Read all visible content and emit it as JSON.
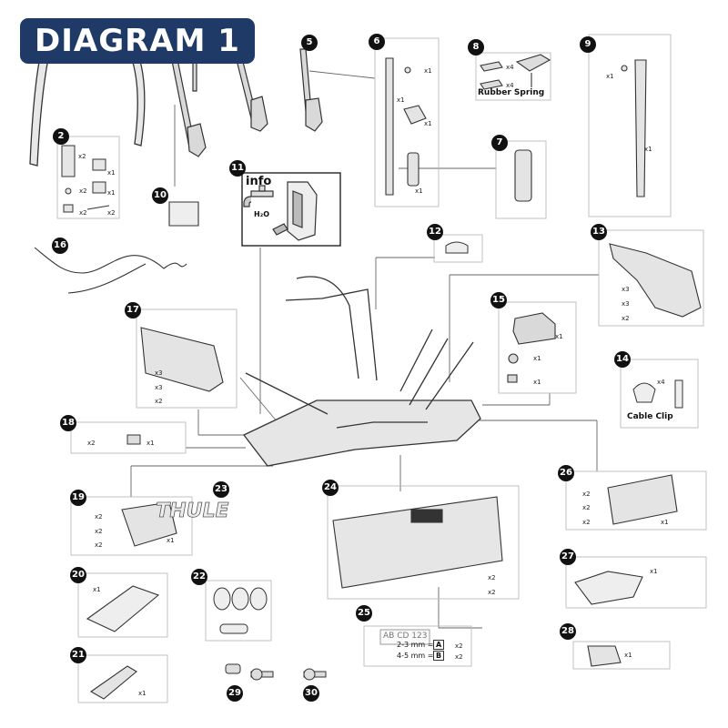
{
  "title": "DIAGRAM 1",
  "callouts": [
    "2",
    "5",
    "6",
    "8",
    "9",
    "10",
    "11",
    "16",
    "12",
    "13",
    "17",
    "15",
    "14",
    "18",
    "7",
    "19",
    "23",
    "24",
    "26",
    "20",
    "22",
    "27",
    "25",
    "21",
    "29",
    "30",
    "28"
  ],
  "quantities": {
    "x1": "x1",
    "x2": "x2",
    "x3": "x3",
    "x4": "x4"
  },
  "labels": {
    "rubber_spring": "Rubber Spring",
    "cable_clip": "Cable Clip",
    "info": "info",
    "h2o": "H₂O",
    "plate_text": "AB CD 123",
    "size_a": "2-3 mm =",
    "size_b": "4-5 mm =",
    "letter_a": "A",
    "letter_b": "B",
    "logo": "THULE"
  },
  "colors": {
    "banner": "#1f3a66",
    "line": "#222222",
    "box": "#bbbbbb"
  },
  "icons": [
    "bike-carrier-icon",
    "bolt-icon",
    "nut-icon",
    "washer-icon",
    "key-icon",
    "lock-cylinder-icon",
    "bulb-icon",
    "strap-icon",
    "clamp-arm-icon",
    "tap-water-icon"
  ]
}
